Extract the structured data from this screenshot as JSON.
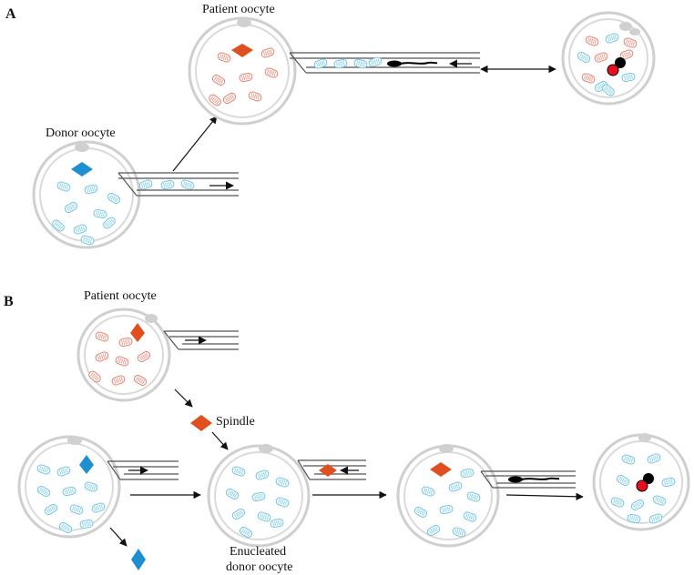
{
  "panel_a": {
    "letter": "A",
    "donor_label": "Donor oocyte",
    "patient_label": "Patient oocyte"
  },
  "panel_b": {
    "letter": "B",
    "patient_label": "Patient oocyte",
    "spindle_label": "Spindle",
    "enucleated_label_line1": "Enucleated",
    "enucleated_label_line2": "donor oocyte"
  },
  "colors": {
    "donor_mito": "#6ec6e6",
    "patient_mito": "#e8806e",
    "donor_spindle": "#1e8fd0",
    "patient_spindle": "#e0501e",
    "cell_outline": "#c8c8c8",
    "pronucleus_red": "#e8101e",
    "pronucleus_black": "#000000"
  }
}
